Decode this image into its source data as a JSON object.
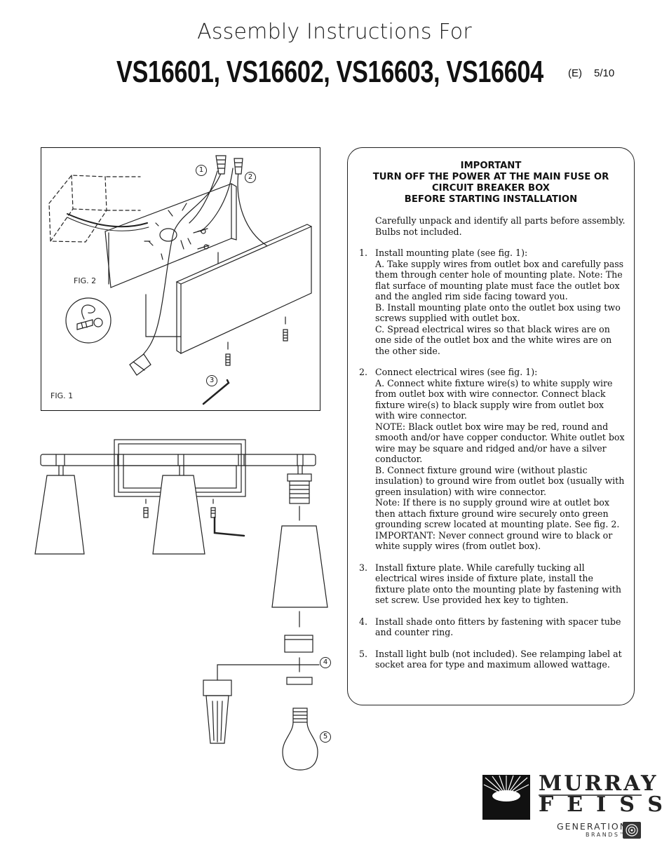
{
  "header": {
    "subtitle": "Assembly Instructions For",
    "models": "VS16601, VS16602, VS16603, VS16604",
    "revision": "(E)",
    "date": "5/10"
  },
  "figures": {
    "fig1_label": "FIG.  1",
    "fig2_label": "FIG. 2",
    "callouts": [
      "1",
      "2",
      "3",
      "4",
      "5"
    ]
  },
  "important": {
    "lines": [
      "IMPORTANT",
      "TURN OFF THE POWER AT THE MAIN FUSE OR",
      "CIRCUIT BREAKER BOX",
      "BEFORE STARTING INSTALLATION"
    ]
  },
  "instructions": {
    "intro": "Carefully unpack and identify all parts before assembly. Bulbs not included.",
    "steps": [
      {
        "num": "1.",
        "lines": [
          "Install mounting plate (see fig. 1):",
          "A. Take supply wires from outlet box and carefully pass them through center hole of mounting plate. Note: The flat surface of mounting plate must face the outlet box and the angled rim side facing toward you.",
          "B. Install mounting plate onto the outlet box using two screws supplied with outlet box.",
          "C. Spread electrical wires so that black wires are on one side of the outlet box and the white wires are on the other side."
        ]
      },
      {
        "num": "2.",
        "lines": [
          "Connect electrical wires (see fig. 1):",
          "A. Connect white fixture wire(s) to white supply wire from outlet box with wire connector. Connect black fixture wire(s) to black supply wire from outlet box with wire connector.",
          "NOTE: Black outlet box wire may be red, round and smooth and/or have copper conductor. White outlet box wire may be square and ridged and/or have a silver conductor.",
          "B. Connect fixture ground wire (without plastic insulation) to ground wire from outlet box (usually with green insulation) with wire connector.",
          "Note: If there is no supply ground wire at outlet box then attach fixture ground wire securely onto green grounding screw located at mounting plate.  See fig. 2.",
          "IMPORTANT: Never connect ground wire to black or white supply wires (from outlet box)."
        ]
      },
      {
        "num": "3.",
        "lines": [
          "Install fixture plate. While carefully tucking all electrical wires inside of fixture plate, install the fixture plate onto the mounting plate by fastening with set screw. Use provided hex key to tighten."
        ]
      },
      {
        "num": "4.",
        "lines": [
          "Install shade onto fitters by fastening with spacer tube and counter ring."
        ]
      },
      {
        "num": "5.",
        "lines": [
          "Install light bulb (not included). See relamping label at socket area for type and maximum allowed wattage."
        ]
      }
    ]
  },
  "logo": {
    "line1": "MURRAY",
    "line2": "FEISS",
    "gen": "GENERATION",
    "brands": "BRANDS™"
  }
}
